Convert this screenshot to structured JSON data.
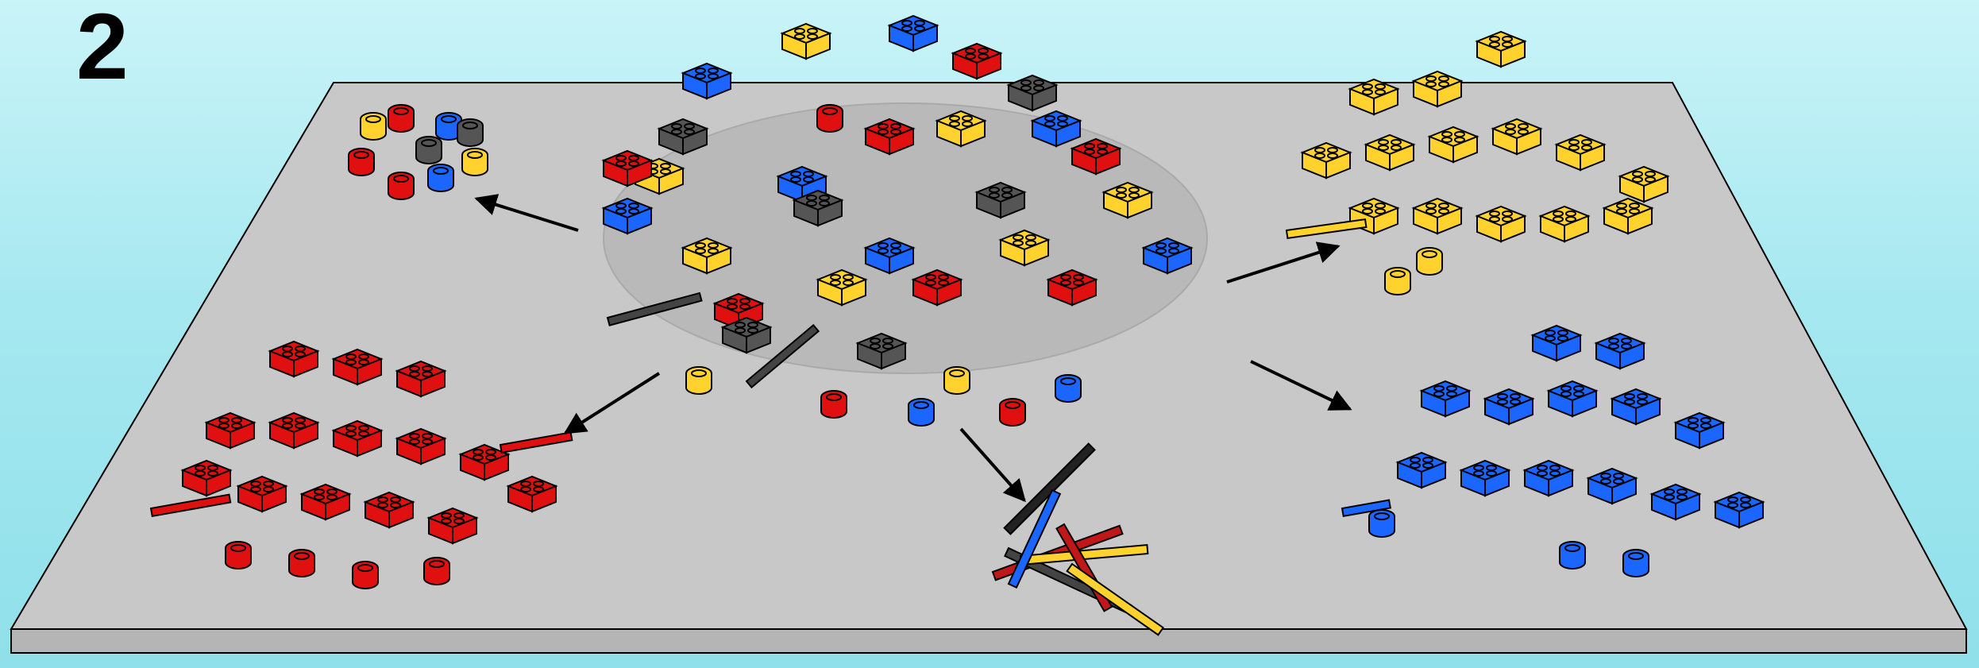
{
  "step": {
    "number": "2"
  },
  "colors": {
    "background": "#a6e8f0",
    "table_top": "#c8c8c8",
    "table_edge": "#bdbdbd",
    "red": "#e01010",
    "blue": "#1a66ff",
    "yellow": "#ffd22e",
    "gray": "#555555",
    "outline": "#000000"
  },
  "illustration": {
    "description_icon": "lego-sorting-scene",
    "groups": [
      {
        "name": "round-pieces-pile",
        "icon": "round-bricks-icon"
      },
      {
        "name": "red-pile",
        "icon": "red-bricks-icon"
      },
      {
        "name": "yellow-pile",
        "icon": "yellow-bricks-icon"
      },
      {
        "name": "blue-pile",
        "icon": "blue-bricks-icon"
      },
      {
        "name": "axles-pile",
        "icon": "axles-icon"
      }
    ]
  }
}
